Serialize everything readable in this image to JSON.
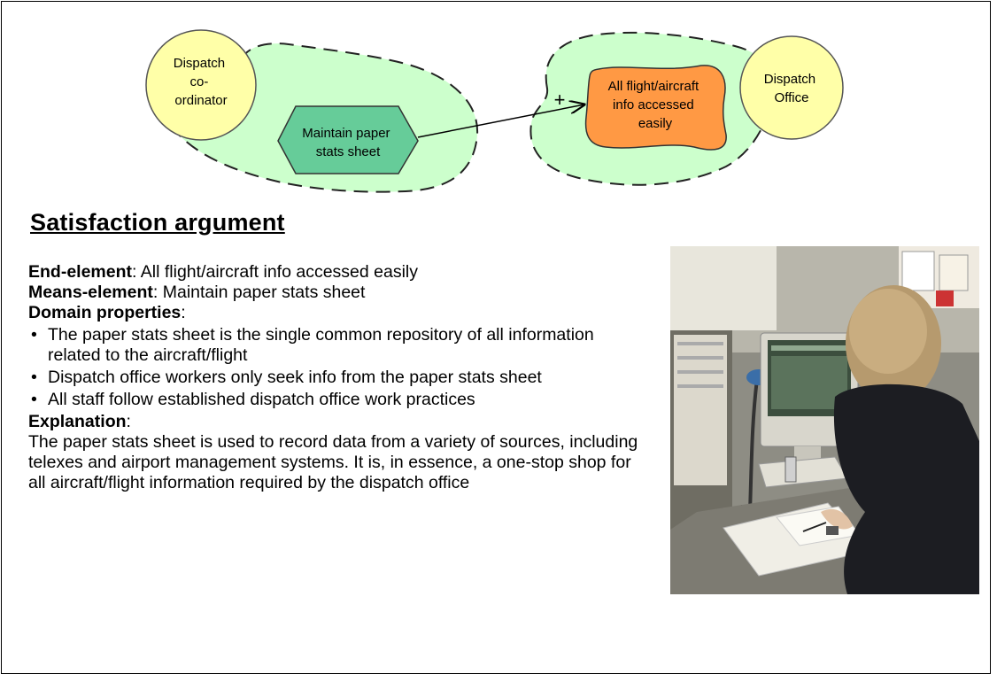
{
  "diagram": {
    "actors": [
      {
        "id": "dispatch-coordinator",
        "lines": [
          "Dispatch",
          "co-",
          "ordinator"
        ]
      },
      {
        "id": "dispatch-office",
        "lines": [
          "Dispatch",
          "Office"
        ]
      }
    ],
    "task": {
      "lines": [
        "Maintain paper",
        "stats sheet"
      ]
    },
    "goal": {
      "lines": [
        "All flight/aircraft",
        "info accessed",
        "easily"
      ]
    },
    "link": {
      "type": "contribution",
      "label": "+"
    },
    "colors": {
      "actor_fill": "#ffffa8",
      "boundary_fill": "#ccffcc",
      "task_fill": "#66cc99",
      "goal_fill": "#ff9944"
    }
  },
  "argument": {
    "heading": "Satisfaction argument",
    "end_label": "End-element",
    "end_value": ": All flight/aircraft info accessed easily",
    "means_label": "Means-element",
    "means_value": ": Maintain paper stats sheet",
    "domain_label": "Domain properties",
    "domain_suffix": ":",
    "domain_properties": [
      "The paper stats sheet is the single common repository of all information related to the aircraft/flight",
      "Dispatch office workers only seek info from the paper stats sheet",
      "All staff follow established dispatch office work practices"
    ],
    "explanation_label": "Explanation",
    "explanation_suffix": ":",
    "explanation_text": "The paper stats sheet is used to record data from a variety of sources, including telexes and airport management systems. It is, in essence, a one-stop shop for all aircraft/flight information required by the dispatch office"
  },
  "photo": {
    "subject": "dispatch-office-worker-at-computer"
  }
}
